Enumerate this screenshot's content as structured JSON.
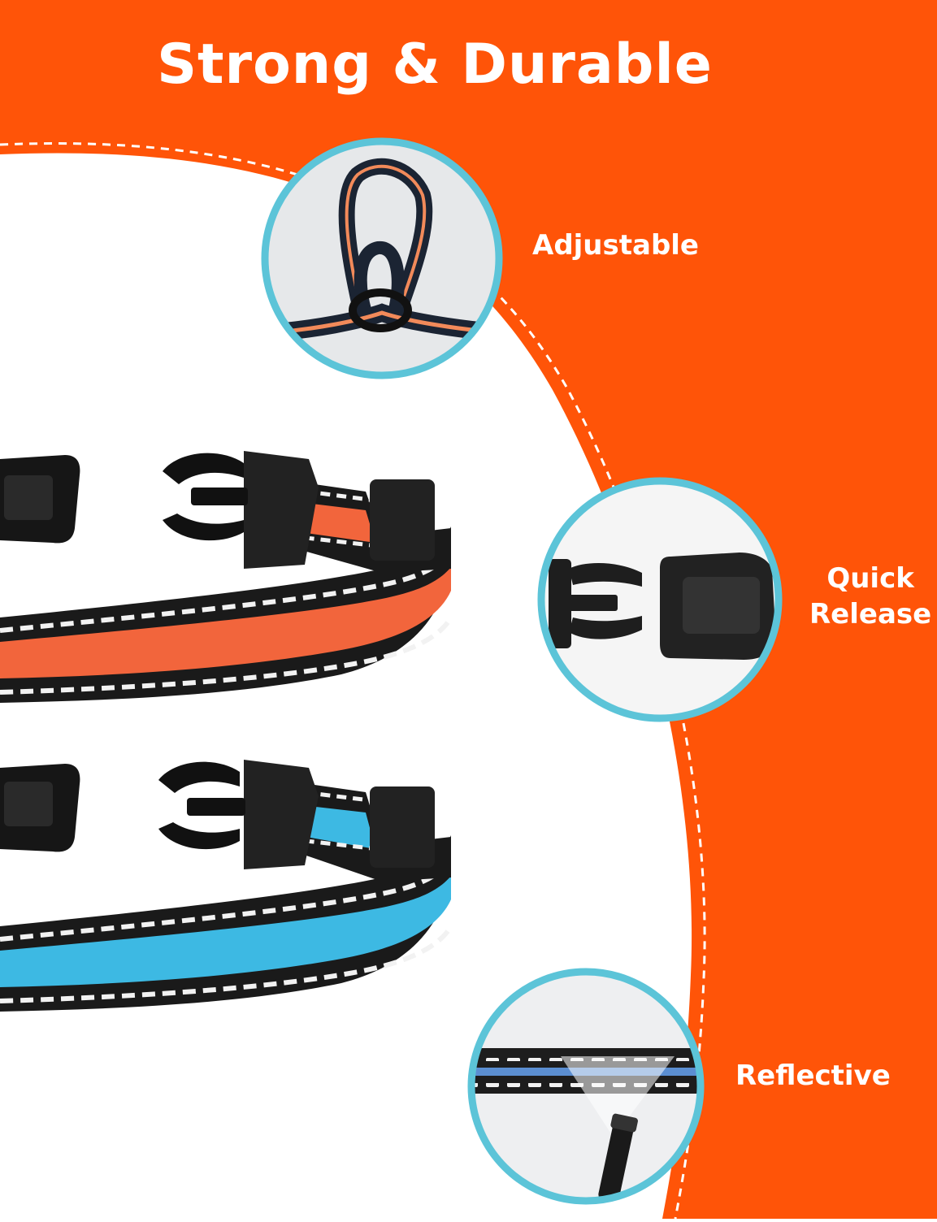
{
  "headline": "Strong & Durable",
  "features": [
    {
      "id": "adjustable",
      "label": "Adjustable",
      "label_lines": [
        "Adjustable"
      ]
    },
    {
      "id": "quick-release",
      "label": "Quick Release",
      "label_lines": [
        "Quick",
        "Release"
      ]
    },
    {
      "id": "reflective",
      "label": "Reflective",
      "label_lines": [
        "Reflective"
      ]
    }
  ],
  "colors": {
    "background_orange": "#ff5408",
    "background_white": "#ffffff",
    "circle_border": "#5cc4d8",
    "collar_orange": "#f2653c",
    "collar_blue": "#3db9e3",
    "collar_black": "#1a1a1a",
    "buckle_black": "#222222"
  }
}
